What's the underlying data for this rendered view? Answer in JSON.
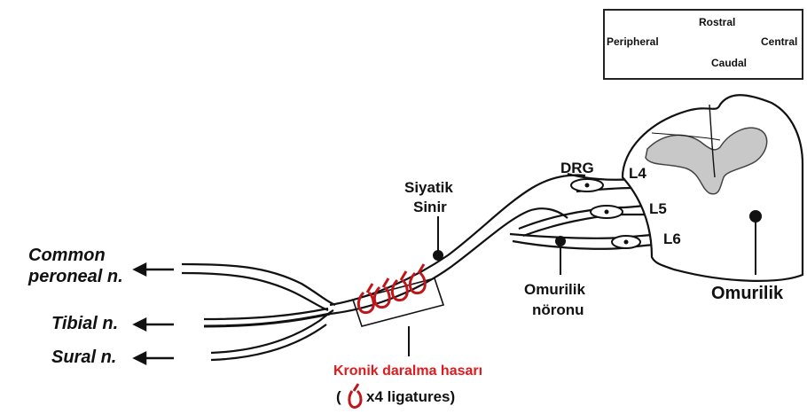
{
  "orientation_box": {
    "rostral": "Rostral",
    "caudal": "Caudal",
    "peripheral": "Peripheral",
    "central": "Central"
  },
  "labels": {
    "common_peroneal_line1": "Common",
    "common_peroneal_line2": "peroneal n.",
    "tibial": "Tibial n.",
    "sural": "Sural n.",
    "siyatik_line1": "Siyatik",
    "siyatik_line2": "Sinir",
    "drg": "DRG",
    "l4": "L4",
    "l5": "L5",
    "l6": "L6",
    "omurilik_noronu_line1": "Omurilik",
    "omurilik_noronu_line2": "nöronu",
    "omurilik": "Omurilik",
    "injury": "Kronik daralma hasarı",
    "ligature_open": "(",
    "ligature_close": "x4 ligatures)"
  },
  "colors": {
    "ink": "#111111",
    "injury_red": "#e0191d",
    "ligature_red": "#c0161b",
    "grey_matter": "#c8c8c8"
  }
}
